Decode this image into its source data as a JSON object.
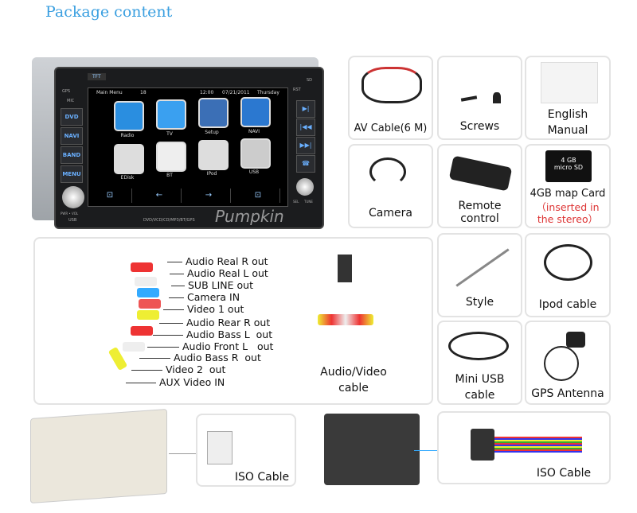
{
  "title": "Package content",
  "head_unit": {
    "keys_left": [
      "DVD",
      "NAVI",
      "BAND",
      "MENU"
    ],
    "keys_right": [
      "▶|",
      "|◀◀",
      "▶▶|",
      "☎"
    ],
    "top_labels": {
      "tft": "TFT",
      "gps": "GPS",
      "mic": "MIC",
      "rst": "RST",
      "sd": "SD",
      "usb": "USB",
      "pwr": "PWR • VOL",
      "sel": "SEL",
      "tune": "TUNE"
    },
    "status": {
      "menu": "Main Menu",
      "num": "18",
      "time": "12:00",
      "date": "07/21/2011",
      "day": "Thursday"
    },
    "apps": [
      "Radio",
      "TV",
      "Setup",
      "NAVI",
      "EDisk",
      "BT",
      "IPod",
      "USB"
    ],
    "nav": [
      "⊡",
      "←",
      "→",
      "⊡"
    ],
    "bottom_text": "DVD/VCD/CD/MP3/BT/GPS",
    "watermark": "Pumpkin"
  },
  "items": {
    "av_cable": "AV Cable(6 M)",
    "screws": "Screws",
    "manual": "English Manual",
    "camera": "Camera",
    "remote": "Remote control",
    "map_card": "4GB map Card",
    "map_card_note": "（inserted in the stereo）",
    "sd_text": "micro SD",
    "sd_size": "4 GB",
    "style": "Style",
    "ipod": "Ipod cable",
    "mini_usb": "Mini USB cable",
    "gps": "GPS Antenna",
    "av_video": "Audio/Video cable",
    "iso1": "ISO Cable",
    "iso2": "ISO Cable"
  },
  "cable_labels": [
    "Audio Real R out",
    "Audio Real L out",
    "SUB LINE out",
    "Camera IN",
    "Video 1 out",
    "Audio Rear R out",
    "Audio Bass L  out",
    "Audio Front L   out",
    "Audio Bass R  out",
    "Video 2  out",
    "AUX Video IN"
  ]
}
